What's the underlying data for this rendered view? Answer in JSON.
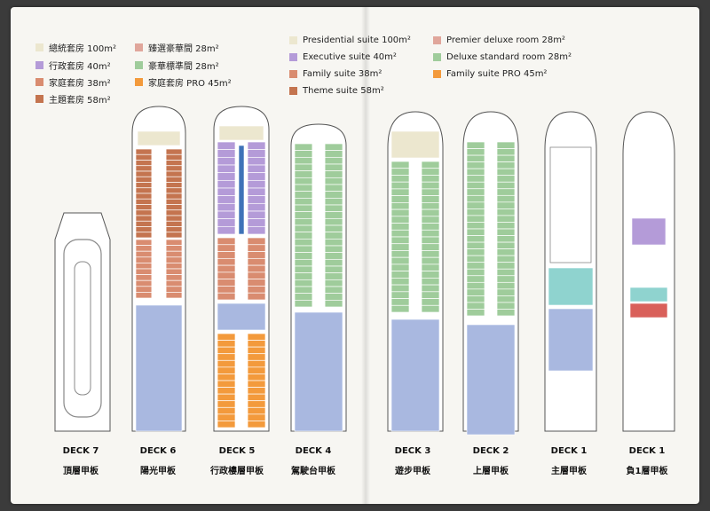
{
  "legend_zh": [
    {
      "label": "總統套房 100m²",
      "color": "#ece7cf"
    },
    {
      "label": "臻選豪華間 28m²",
      "color": "#e0a69b"
    },
    {
      "label": "行政套房 40m²",
      "color": "#b49bd8"
    },
    {
      "label": "豪華標準間 28m²",
      "color": "#9fcc9b"
    },
    {
      "label": "家庭套房 38m²",
      "color": "#d98c70"
    },
    {
      "label": "家庭套房 PRO 45m²",
      "color": "#f39a3c"
    },
    {
      "label": "主題套房 58m²",
      "color": "#c4744f"
    }
  ],
  "legend_en": [
    {
      "label": "Presidential suite 100m²",
      "color": "#ece7cf"
    },
    {
      "label": "Premier deluxe room 28m²",
      "color": "#e0a69b"
    },
    {
      "label": "Executive suite 40m²",
      "color": "#b49bd8"
    },
    {
      "label": "Deluxe standard room 28m²",
      "color": "#9fcc9b"
    },
    {
      "label": "Family suite 38m²",
      "color": "#d98c70"
    },
    {
      "label": "Family suite PRO 45m²",
      "color": "#f39a3c"
    },
    {
      "label": "Theme suite 58m²",
      "color": "#c4744f"
    }
  ],
  "decks": [
    {
      "en": "DECK 7",
      "zh": "頂層甲板"
    },
    {
      "en": "DECK 6",
      "zh": "陽光甲板"
    },
    {
      "en": "DECK 5",
      "zh": "行政樓層甲板"
    },
    {
      "en": "DECK 4",
      "zh": "駕駛台甲板"
    },
    {
      "en": "DECK 3",
      "zh": "遊步甲板"
    },
    {
      "en": "DECK 2",
      "zh": "上層甲板"
    },
    {
      "en": "DECK 1",
      "zh": "主層甲板"
    },
    {
      "en": "DECK 1",
      "zh": "負1層甲板"
    }
  ],
  "colors": {
    "public_area": "#a9b8e0",
    "corridor": "#ffffff",
    "hull_line": "#555555",
    "teal_area": "#8fd3cf",
    "red_area": "#d9605a"
  }
}
